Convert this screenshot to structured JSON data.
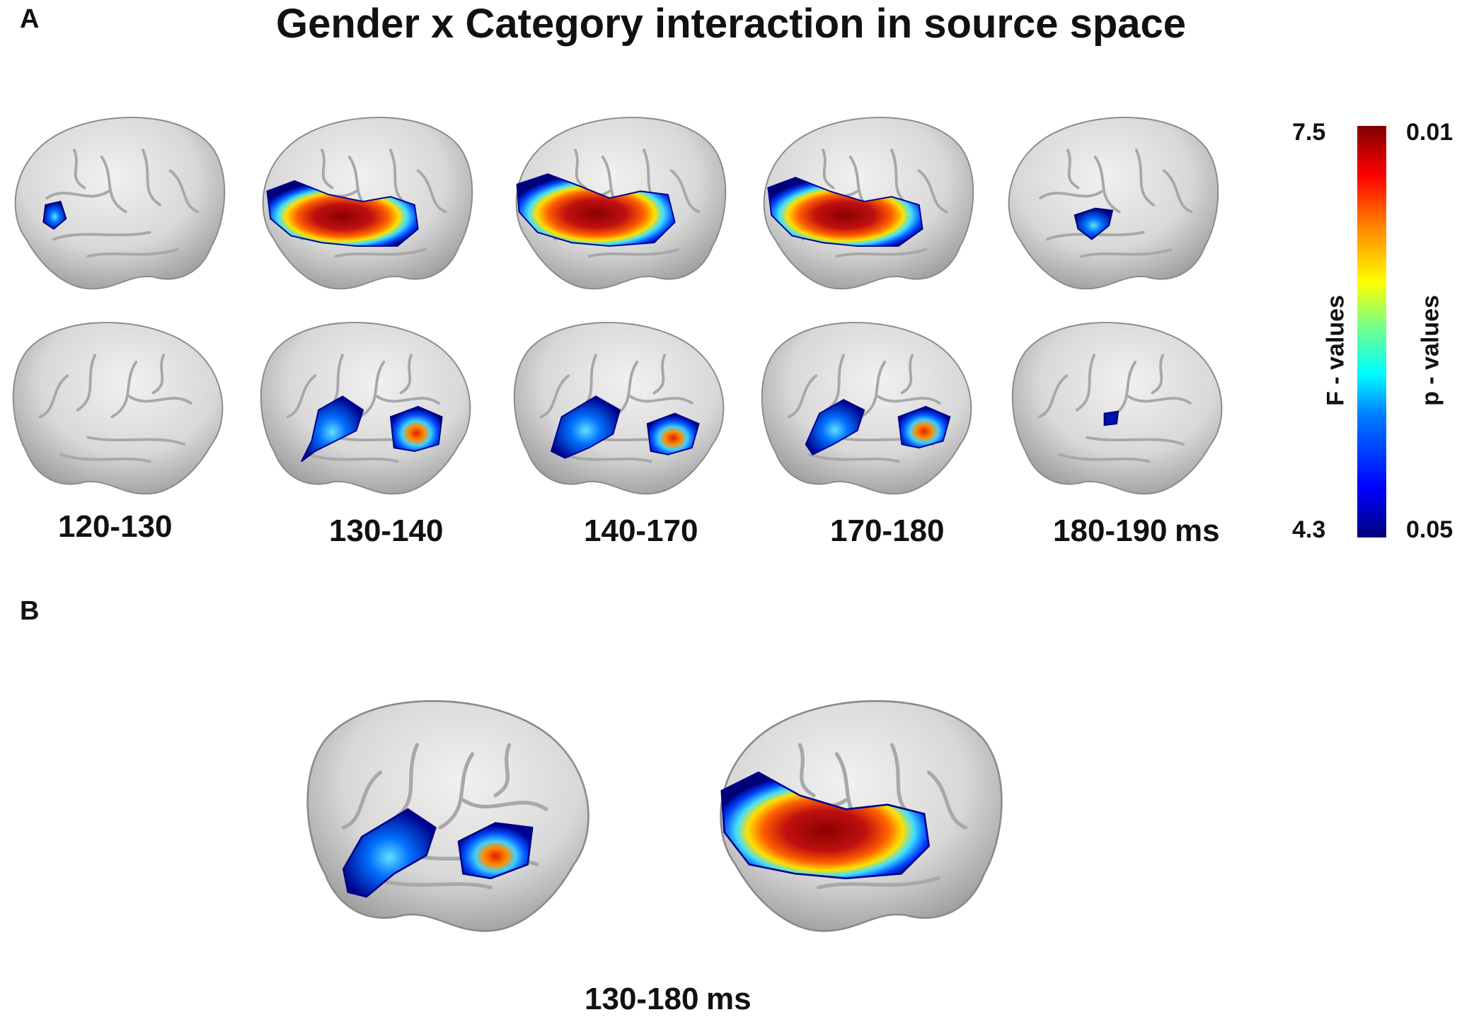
{
  "figure": {
    "title": "Gender x Category interaction in source space",
    "panel_a_label": "A",
    "panel_b_label": "B"
  },
  "panel_a": {
    "time_windows": [
      {
        "label": "120-130",
        "left_hemisphere_activation": "small",
        "right_hemisphere_activation": "none"
      },
      {
        "label": "130-140",
        "left_hemisphere_activation": "strong",
        "right_hemisphere_activation": "moderate"
      },
      {
        "label": "140-170",
        "left_hemisphere_activation": "strong",
        "right_hemisphere_activation": "moderate"
      },
      {
        "label": "170-180",
        "left_hemisphere_activation": "strong",
        "right_hemisphere_activation": "moderate"
      },
      {
        "label": "180-190",
        "left_hemisphere_activation": "small",
        "right_hemisphere_activation": "small"
      }
    ],
    "unit": "ms"
  },
  "colorbar": {
    "f_label": "F - values",
    "p_label": "p - values",
    "f_max": "7.5",
    "f_min": "4.3",
    "p_max": "0.01",
    "p_min": "0.05",
    "colormap": [
      "#00007a",
      "#0000ff",
      "#0080ff",
      "#00ffff",
      "#80ff80",
      "#ffff00",
      "#ff8000",
      "#ff0000",
      "#800000"
    ]
  },
  "panel_b": {
    "label": "130-180",
    "unit": "ms"
  }
}
